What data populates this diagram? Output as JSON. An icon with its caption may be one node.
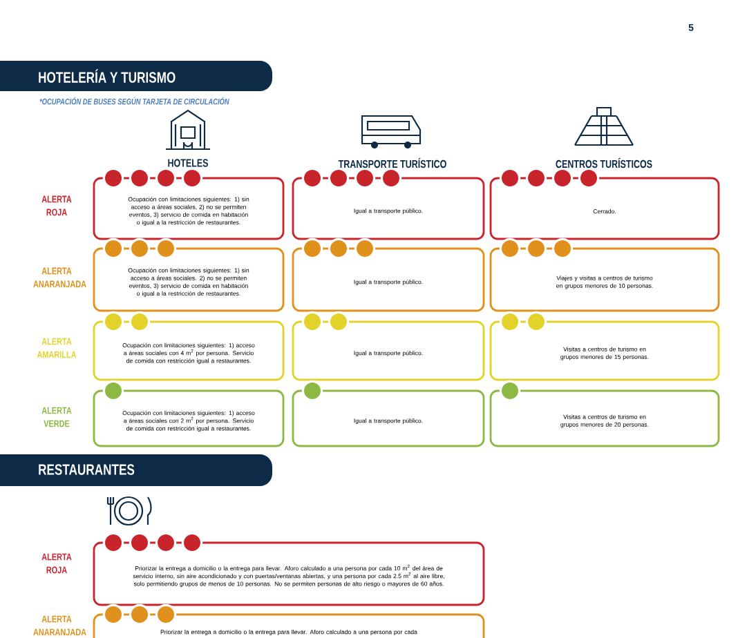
{
  "diagram": {
    "nodes": [
      {
        "text": [
          "HOTELERÍA Y TURISMO"
        ],
        "beside": [
          "*OCUPACIÓN DE BUSES SEGÚN TARJETA DE CIRCULACIÓN"
        ]
      },
      {
        "text": [
          "Ocupación con limitaciones siguientes: 1) sin acceso a áreas sociales, 2) no se permiten eventos, 3) servicio de comida en habitación o igual a la restricción de restaurantes."
        ]
      },
      {
        "text": [
          "Igual a transporte público."
        ]
      },
      {
        "text": [
          "Cerrado."
        ]
      },
      {
        "text": [
          "Ocupación con limitaciones siguientes: 1) sin acceso a áreas sociales. 2) no se permiten eventos, 3) servicio de comida en habitación o igual a la restricción de restaurantes."
        ]
      },
      {
        "text": [
          "Igual a transporte público."
        ]
      },
      {
        "text": [
          "Viajes y visitas a centros de turismo en grupos menores de 10 personas."
        ]
      },
      {
        "text": [
          "Ocupación con limitaciones siguientes: 1) acceso a áreas sociales con 4 m$^{2}$ por persona. Servicio de comida con restricción igual a restaurantes."
        ]
      },
      {
        "text": [
          "Igual a transporte público."
        ]
      },
      {
        "text": [
          "Visitas a centros de turismo en grupos menores de 15 personas."
        ]
      },
      {
        "text": [
          "Ocupación con limitaciones siguientes: 1) acceso a áreas sociales con 2 m$^{2}$ por persona. Servicio de comida con restricción igual a restaurantes."
        ]
      },
      {
        "text": [
          "Igual a transporte público."
        ]
      },
      {
        "text": [
          "Visitas a centros de turismo en grupos menores de 20 personas."
        ]
      },
      {
        "text": [
          "RESTAURANTES"
        ]
      },
      {
        "text": [
          "Priorizar la entrega a domicilio o la entrega para llevar. Aforo calculado a una persona por cada 10 m$^{2}$ del área de servicio interno, sin aire acondicionado y con puertas/ventanas abiertas, y una persona por cada 2.5 m$^{2}$ al aire libre, solo permitiendo grupos de menos de 10 personas. No se permiten personas de alto riesgo o mayores de 60 años."
        ]
      },
      {
        "text": [
          "Priorizar la entrega a domicilio o la entrega para llevar. Aforo calculado a una persona por cada"
        ]
      }
    ],
    "labels": [
      "5",
      "HOTELES",
      "TRANSPORTE TURÍSTICO",
      "CENTROS TURÍSTICOS",
      "ALERTA ROJA",
      "ALERTA ANARANJADA",
      "ALERTA AMARILLA",
      "ALERTA VERDE",
      "ALERTA ROJA",
      "ALERTA ANARANJADA"
    ]
  }
}
